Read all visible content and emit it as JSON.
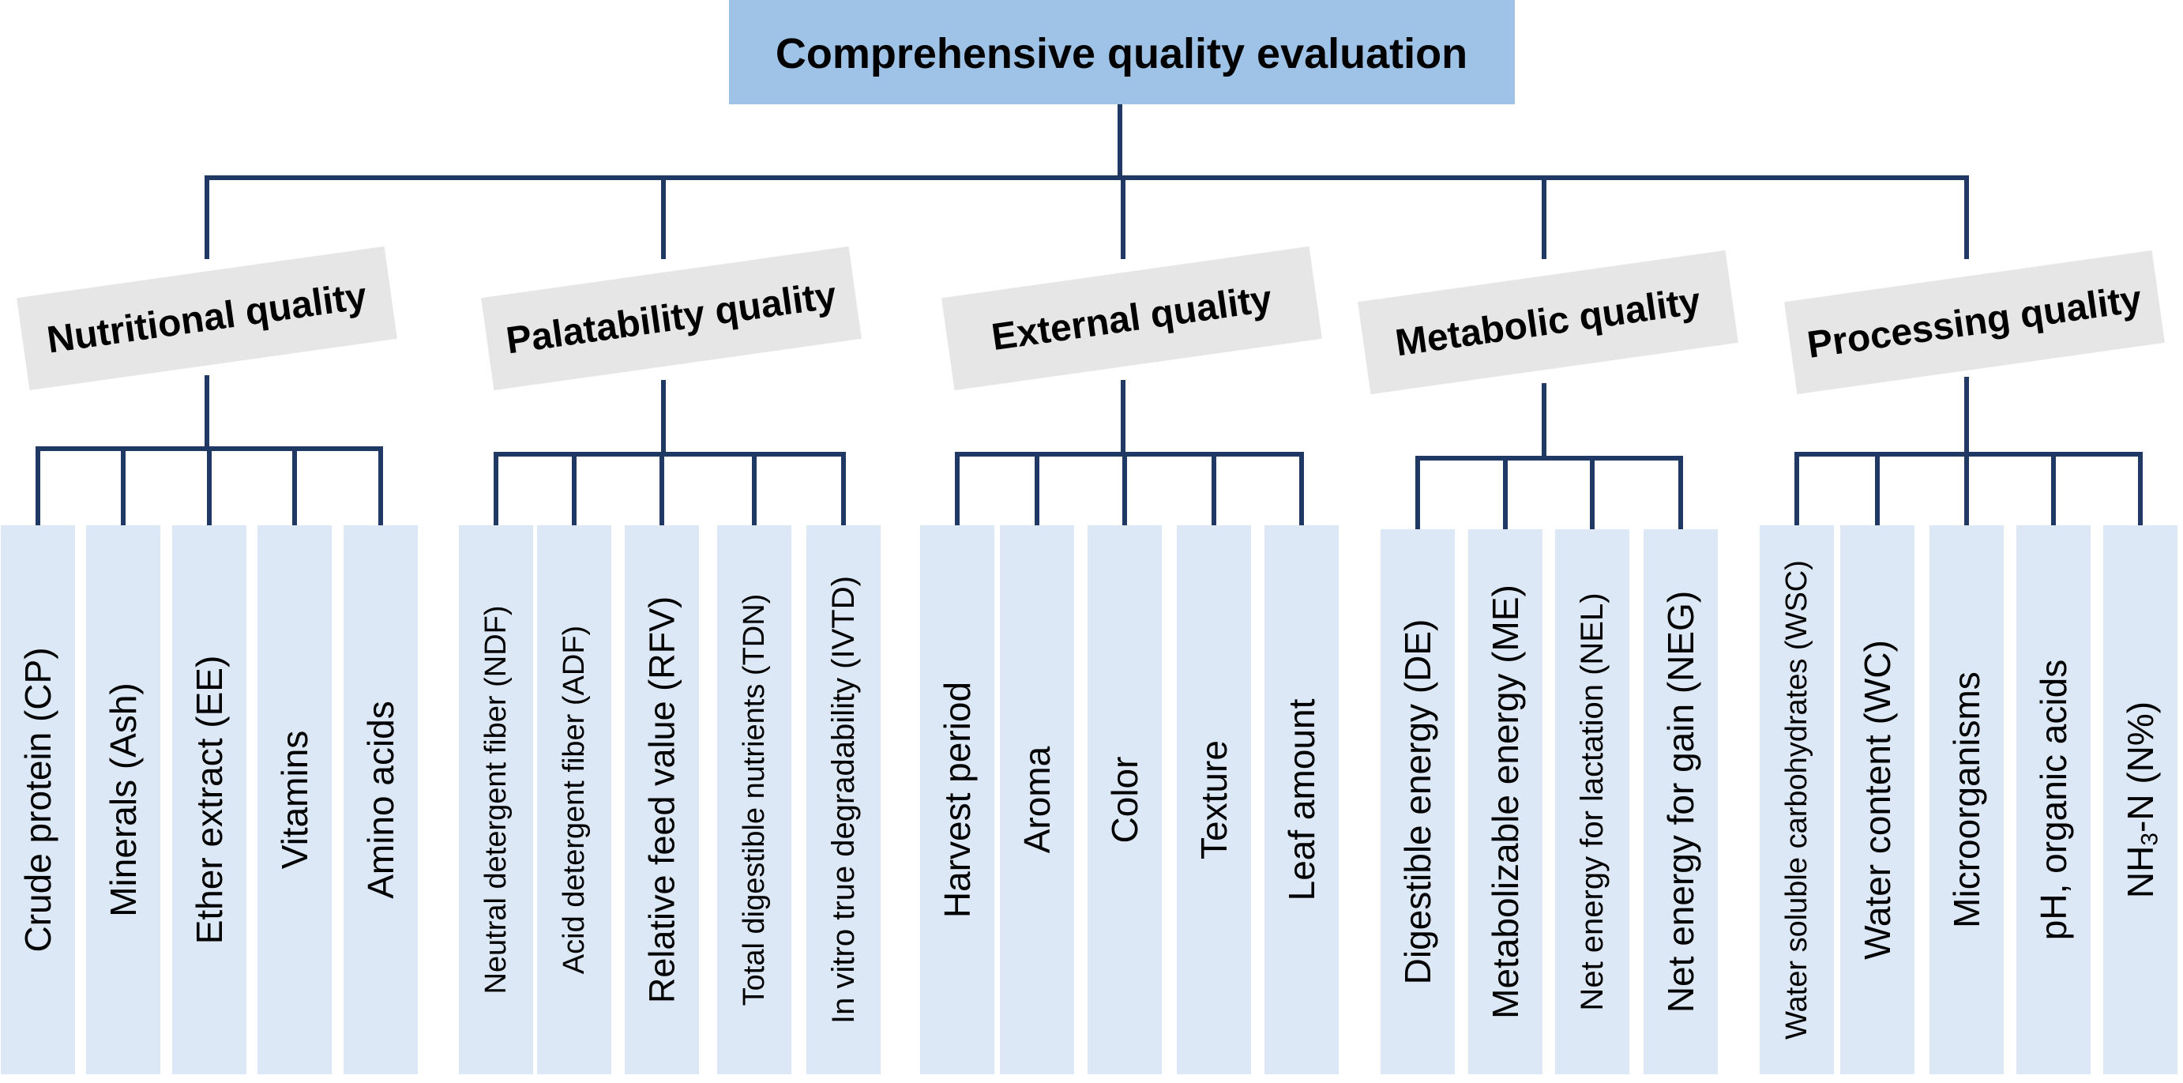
{
  "root": {
    "label": "Comprehensive quality evaluation"
  },
  "categories": [
    {
      "label": "Nutritional quality",
      "items": [
        "Crude protein (CP)",
        "Minerals (Ash)",
        "Ether extract (EE)",
        "Vitamins",
        "Amino acids"
      ]
    },
    {
      "label": "Palatability quality",
      "items": [
        "Neutral detergent fiber (NDF)",
        "Acid detergent fiber (ADF)",
        "Relative feed value (RFV)",
        "Total digestible nutrients (TDN)",
        "In vitro true degradability (IVTD)"
      ]
    },
    {
      "label": "External quality",
      "items": [
        "Harvest period",
        "Aroma",
        "Color",
        "Texture",
        "Leaf amount"
      ]
    },
    {
      "label": "Metabolic quality",
      "items": [
        "Digestible energy (DE)",
        "Metabolizable energy (ME)",
        "Net energy for lactation (NEL)",
        "Net energy for gain (NEG)"
      ]
    },
    {
      "label": "Processing quality",
      "items": [
        "Water soluble carbohydrates (WSC)",
        "Water content (WC)",
        "Microorganisms",
        "pH, organic acids",
        "NH3-N (N%)"
      ]
    }
  ],
  "colors": {
    "root_fill": "#9fc3e6",
    "category_fill": "#e6e6e6",
    "leaf_fill": "#dce8f5",
    "connector": "#1f3864"
  }
}
